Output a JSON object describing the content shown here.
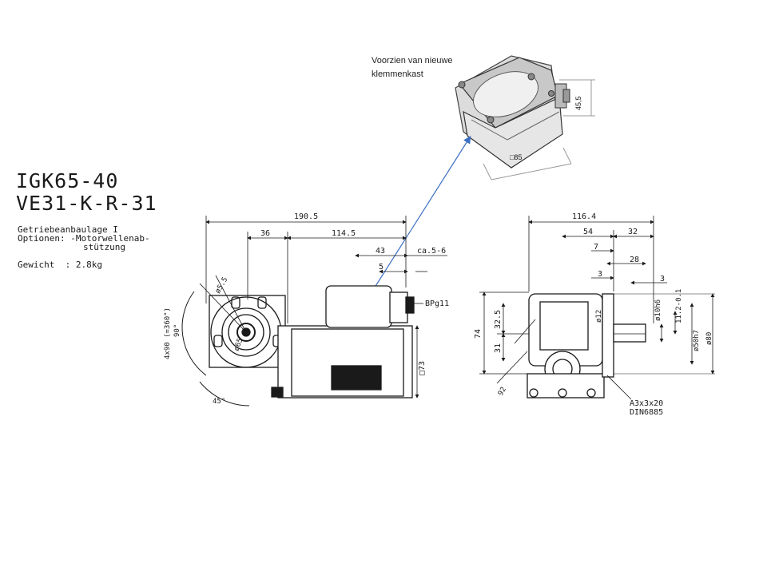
{
  "title": {
    "line1": "IGK65-40",
    "line2": "VE31-K-R-31"
  },
  "specs": {
    "line1": "Getriebeanbaulage I",
    "line2": "Optionen: -Motorwellenab-",
    "line3": "stützung",
    "line4": "Gewicht  : 2.8kg"
  },
  "annotation": {
    "line1": "Voorzien van nieuwe",
    "line2": "klemmenkast"
  },
  "box_dims": {
    "height": "45,5",
    "width": "□85"
  },
  "front_dims": {
    "hole_dia": "ø5.5",
    "pitch_dia": "ø65",
    "angle_90": "90°",
    "angle_45": "45°",
    "angle_4x90": "4x90 (=360°)"
  },
  "side_dims": {
    "total": "190.5",
    "d36": "36",
    "d114": "114.5",
    "d43": "43",
    "d5": "5",
    "ca56": "ca.5-6",
    "bpg": "BPg11",
    "sq73": "□73"
  },
  "right_dims": {
    "total": "116.4",
    "d54": "54",
    "d32": "32",
    "d7": "7",
    "d28": "28",
    "d3a": "3",
    "d3b": "3",
    "h74": "74",
    "h325": "32.5",
    "h31": "31",
    "d12": "ø12",
    "d10": "ø10h6",
    "d112": "11.2-0.1",
    "d50": "ø50h7",
    "d80": "ø80",
    "d92": "92",
    "key1": "A3x3x20",
    "key2": "DIN6885"
  }
}
